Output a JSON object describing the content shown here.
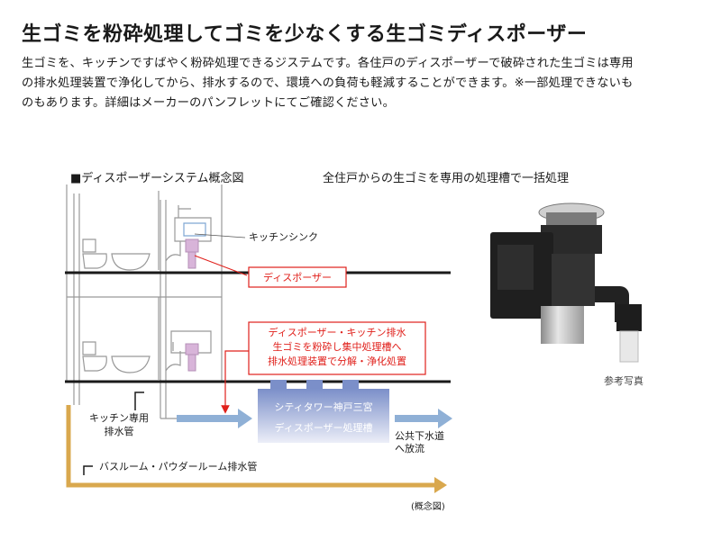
{
  "title": "生ゴミを粉砕処理してゴミを少なくする生ゴミディスポーザー",
  "description_lines": [
    "生ゴミを、キッチンですばやく粉砕処理できるジステムです。各住戸のディスポーザーで破砕された生ゴミは専用",
    "の排水処理装置で浄化してから、排水するので、環境への負荷も軽減することができます。※一部処理できないも",
    "のもあります。詳細はメーカーのパンフレットにてご確認ください。"
  ],
  "diagram": {
    "heading": "■ディスポーザーシステム概念図",
    "subheading": "全住戸からの生ゴミを専用の処理槽で一括処理",
    "kitchen_sink_label": "キッチンシンク",
    "disposer_label": "ディスポーザー",
    "process_box_lines": [
      "ディスポーザー・キッチン排水",
      "生ゴミを粉砕し集中処理槽へ",
      "排水処理装置で分解・浄化処置"
    ],
    "tank_lines": [
      "シティタワー神戸三宮",
      "ディスポーザー処理槽"
    ],
    "kitchen_drain_lines": [
      "キッチン専用",
      "排水管"
    ],
    "public_sewer_lines": [
      "公共下水道",
      "へ放流"
    ],
    "bathroom_drain_label": "バスルーム・パウダールーム排水管",
    "concept_note": "(概念図)",
    "colors": {
      "red": "#e0201b",
      "blue_arrow": "#8fb0d6",
      "orange_pipe": "#d9a84e",
      "tank_top": "#7b8fc9",
      "tank_bottom": "#e7e9f6",
      "disposer_pink": "#d8b4d9"
    }
  },
  "photo_caption": "参考写真"
}
